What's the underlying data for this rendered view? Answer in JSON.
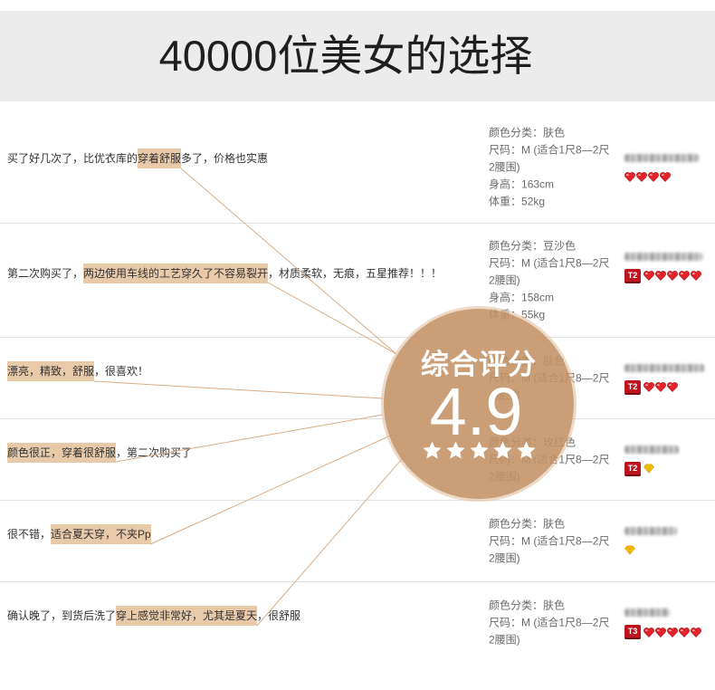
{
  "header": {
    "title": "40000位美女的选择"
  },
  "labels": {
    "color": "颜色分类：",
    "size": "尺码：",
    "height": "身高：",
    "weight": "体重："
  },
  "reviews": [
    {
      "text_before": "买了好几次了，比优衣库的",
      "text_highlight": "穿着舒服",
      "text_after": "多了，价格也实惠",
      "color": "肤色",
      "size": "M (适合1尺8—2尺2腰围)",
      "height": "163cm",
      "weight": "52kg",
      "level_icon": "red-heart-icon",
      "level_count": 4
    },
    {
      "text_before": "第二次购买了，",
      "text_highlight": "两边使用车线的工艺穿久了不容易裂开",
      "text_after": "，材质柔软，无痕，五星推荐！！！",
      "color": "豆沙色",
      "size": "M (适合1尺8—2尺2腰围)",
      "height": "158cm",
      "weight": "55kg",
      "badge": "T2",
      "level_icon": "red-heart-icon",
      "level_count": 5
    },
    {
      "text_highlight": "漂亮，精致，舒服",
      "text_after": "，很喜欢！",
      "color": "肤色",
      "size": "M (适合1尺8—2尺2腰围)",
      "badge": "T2",
      "level_icon": "red-heart-icon",
      "level_count": 3
    },
    {
      "text_highlight": "颜色很正，穿着很舒服",
      "text_after": "，第二次购买了",
      "color": "玫红色",
      "size": "M (适合1尺8—2尺2腰围)",
      "badge": "T2",
      "level_icon": "yellow-diamond-icon",
      "level_count": 1
    },
    {
      "text_before": "很不错，",
      "text_highlight": "适合夏天穿，不夹Pp",
      "color": "肤色",
      "size": "M (适合1尺8—2尺2腰围)",
      "level_icon": "yellow-diamond-icon",
      "level_count": 1
    },
    {
      "text_before": "确认晚了，到货后洗了",
      "text_highlight": "穿上感觉非常好，尤其是夏天",
      "text_after": "，很舒服",
      "color": "肤色",
      "size": "M (适合1尺8—2尺2腰围)",
      "badge": "T3",
      "level_icon": "red-heart-icon",
      "level_count": 5
    }
  ],
  "score": {
    "title": "综合评分",
    "value": "4.9",
    "star_icon": "star-icon",
    "star_count": 5
  },
  "colors": {
    "header_bg": "#ececec",
    "highlight": "#e8c9a8",
    "line": "#d8ac88",
    "accent": "#c39265",
    "heart_red": "#e3242b",
    "diamond_yellow": "#f6c400",
    "badge_red": "#bd1520"
  }
}
